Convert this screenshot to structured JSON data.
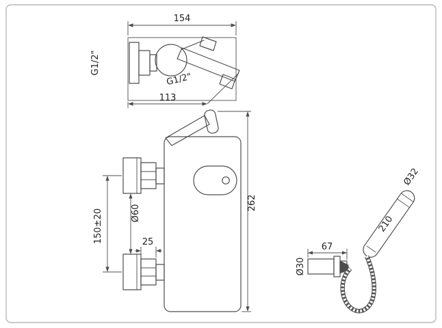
{
  "canvas": {
    "background": "#ffffff",
    "border_color": "#b8b8b8",
    "line_color": "#4d4d4d",
    "text_color": "#1f1f1f"
  },
  "side_view": {
    "width_dim": "154",
    "inlet_thread": "G1/2\"",
    "spout_thread": "G1/2\"",
    "spout_reach_dim": "113"
  },
  "front_view": {
    "height_dim": "262",
    "flange_diameter_dim": "Ø60",
    "inlet_spacing_dim": "150±20",
    "flange_depth_dim": "25"
  },
  "handshower": {
    "head_diameter_dim": "Ø32",
    "handle_length_dim": "210",
    "bracket_length_dim": "67",
    "bracket_diameter_dim": "Ø30"
  }
}
